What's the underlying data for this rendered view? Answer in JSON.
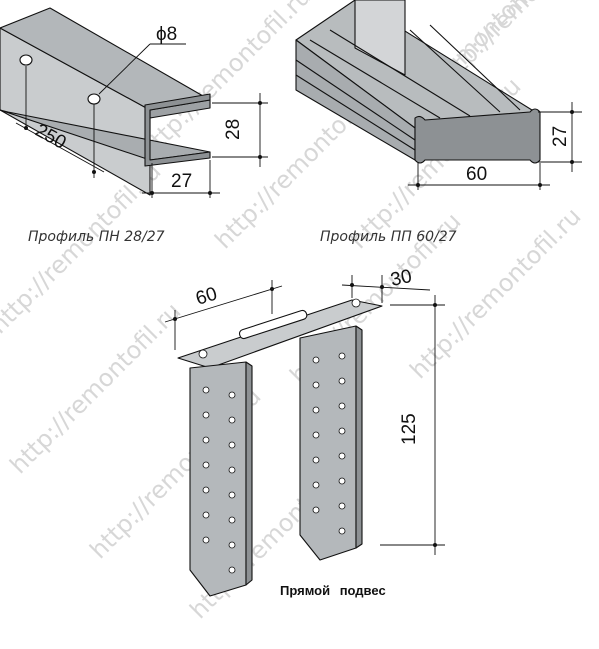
{
  "watermark_text": "http://remontofil.ru",
  "profile_pn": {
    "caption": "Профиль ПН 28/27",
    "dim_hole": "ϕ8",
    "dim_spacing": "250",
    "dim_height": "28",
    "dim_width": "27"
  },
  "profile_pp": {
    "caption": "Профиль ПП 60/27",
    "dim_height": "27",
    "dim_width": "60"
  },
  "hanger": {
    "caption": "Прямой   подвес",
    "dim_width": "60",
    "dim_depth": "30",
    "dim_height": "125"
  },
  "colors": {
    "metal_light": "#c9ccce",
    "metal_mid": "#aeb2b5",
    "metal_dark": "#8d9194",
    "outline": "#111111",
    "watermark": "#d7d7d7"
  }
}
